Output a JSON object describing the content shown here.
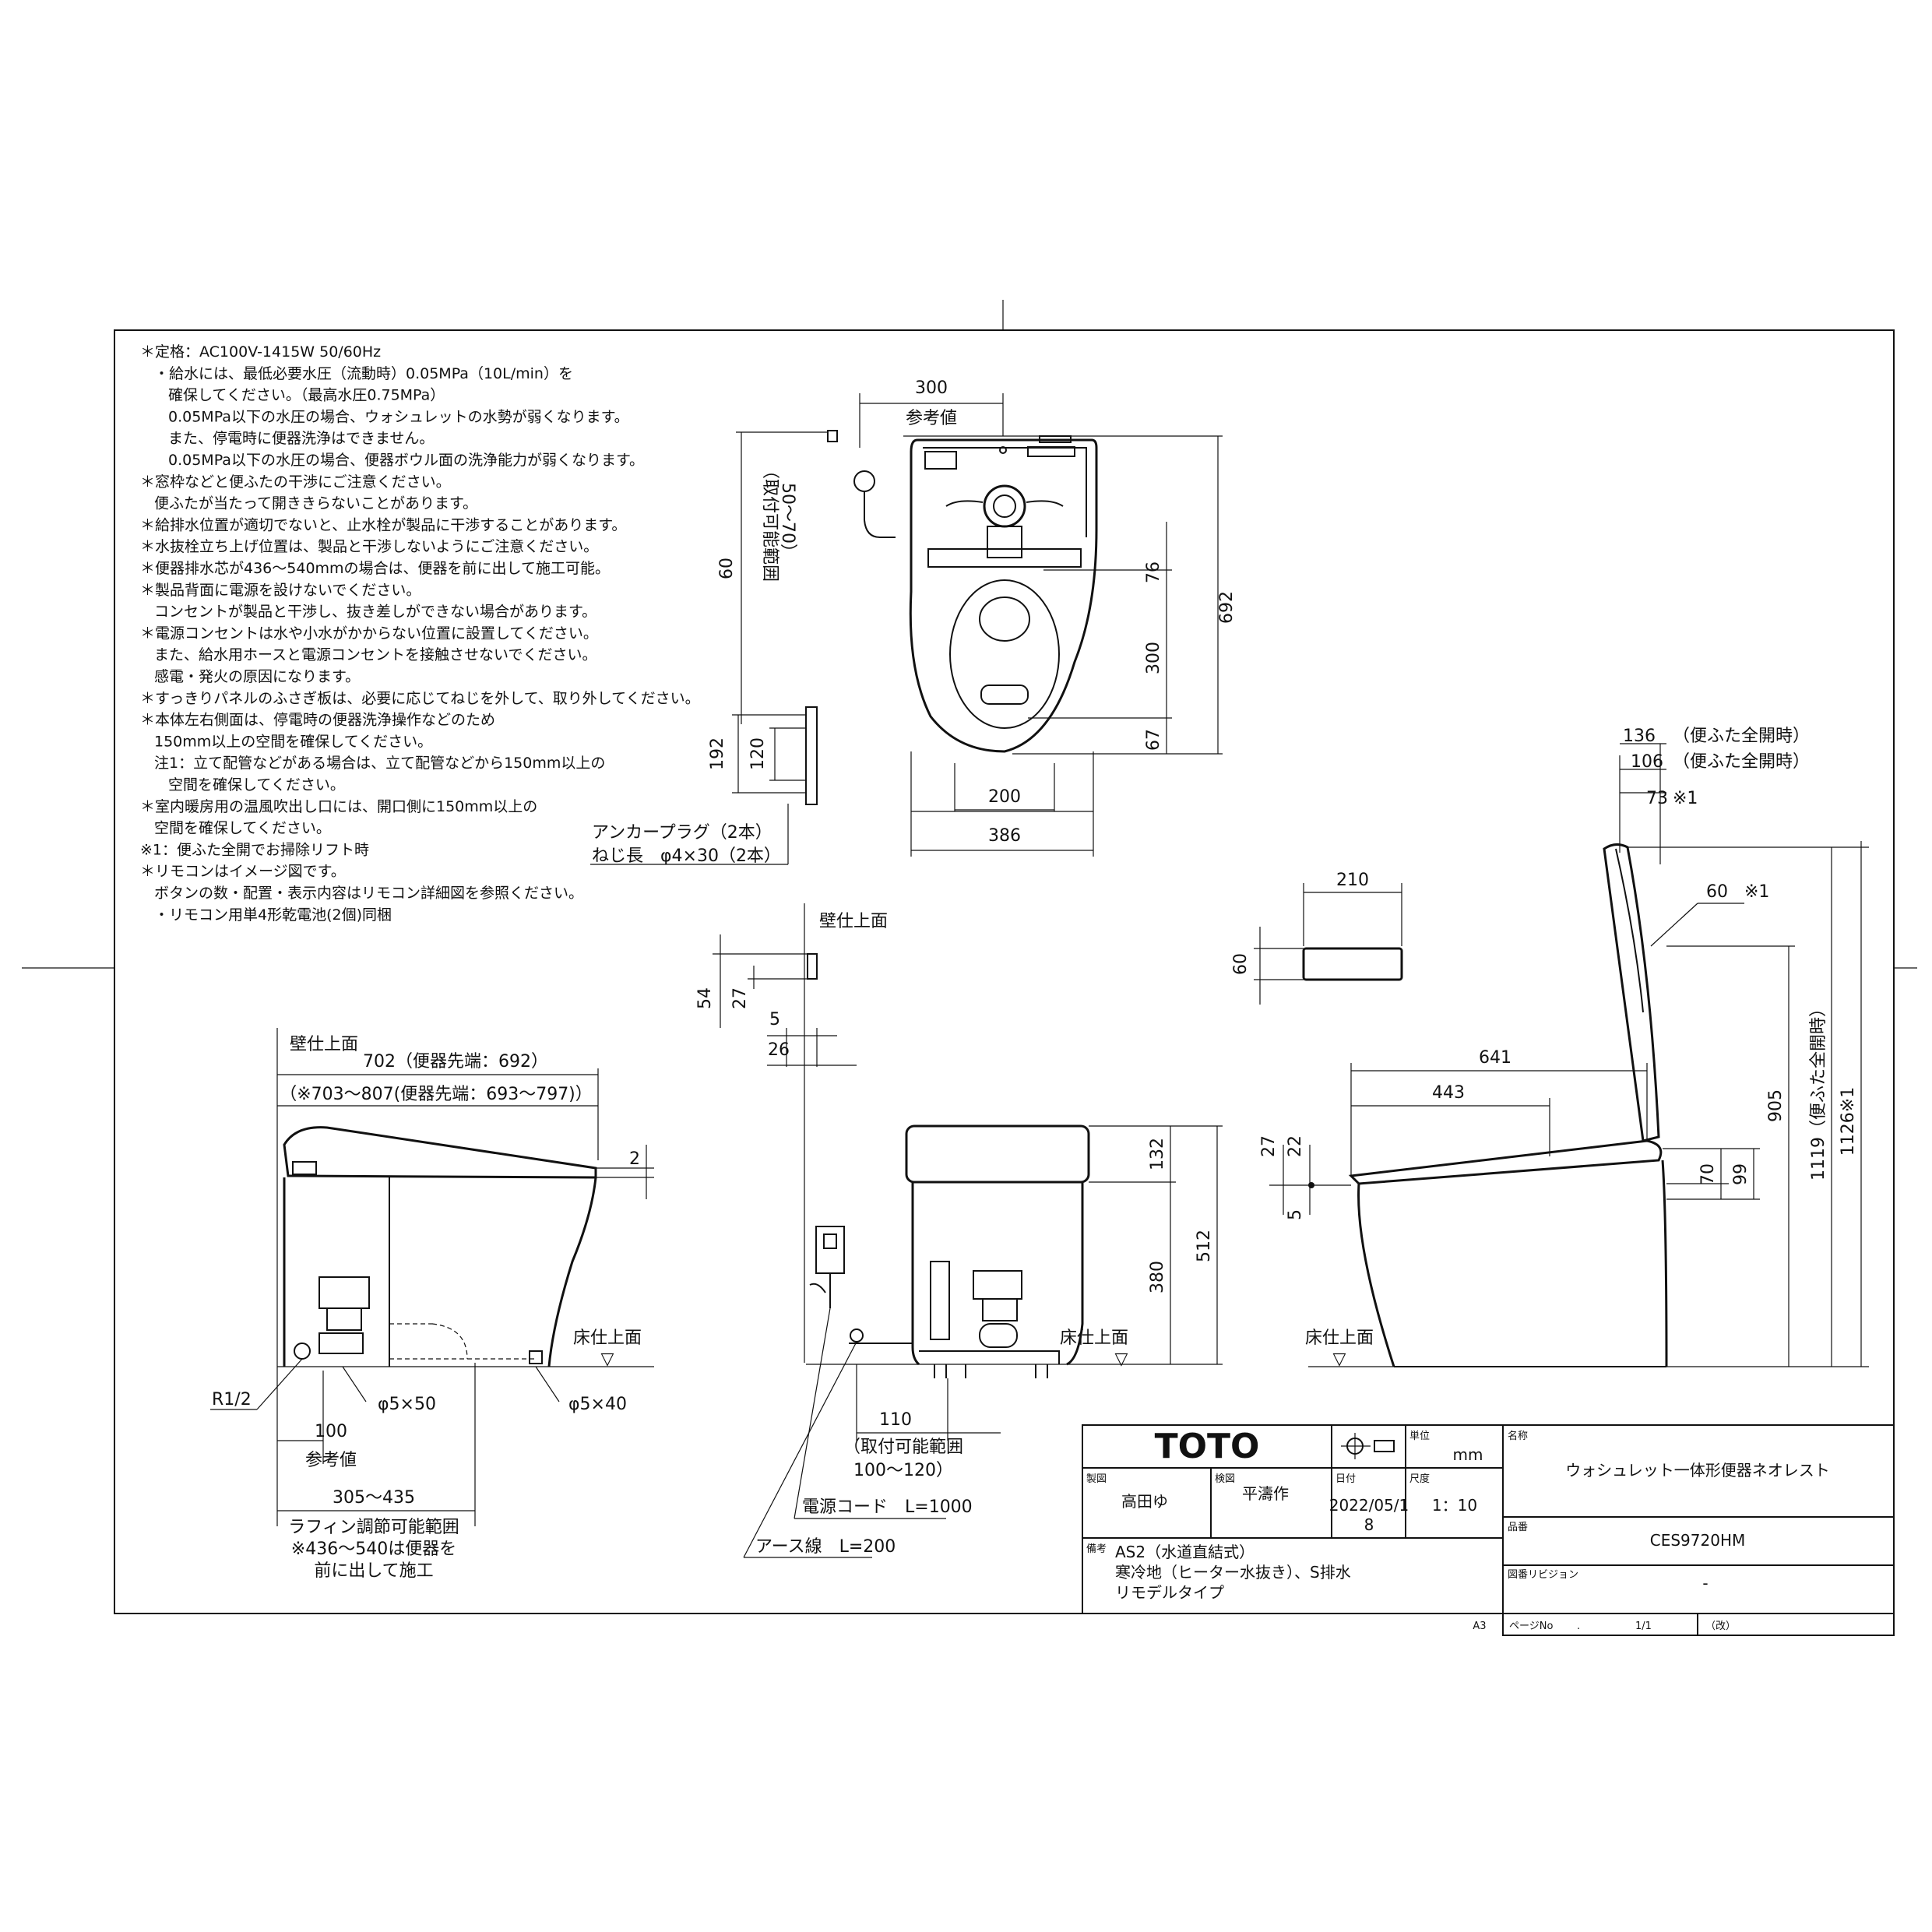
{
  "notes": [
    "＊定格：AC100V-1415W 50/60Hz",
    "・給水には、最低必要水圧（流動時）0.05MPa（10L/min）を",
    "確保してください。（最高水圧0.75MPa）",
    "0.05MPa以下の水圧の場合、ウォシュレットの水勢が弱くなります。",
    "また、停電時に便器洗浄はできません。",
    "0.05MPa以下の水圧の場合、便器ボウル面の洗浄能力が弱くなります。",
    "＊窓枠などと便ふたの干渉にご注意ください。",
    "便ふたが当たって開ききらないことがあります。",
    "＊給排水位置が適切でないと、止水栓が製品に干渉することがあります。",
    "＊水抜栓立ち上げ位置は、製品と干渉しないようにご注意ください。",
    "＊便器排水芯が436～540mmの場合は、便器を前に出して施工可能。",
    "＊製品背面に電源を設けないでください。",
    "コンセントが製品と干渉し、抜き差しができない場合があります。",
    "＊電源コンセントは水や小水がかからない位置に設置してください。",
    "また、給水用ホースと電源コンセントを接触させないでください。",
    "感電・発火の原因になります。",
    "＊すっきりパネルのふさぎ板は、必要に応じてねじを外して、取り外してください。",
    "＊本体左右側面は、停電時の便器洗浄操作などのため",
    "150mm以上の空間を確保してください。",
    "注1：立て配管などがある場合は、立て配管などから150mm以上の",
    "空間を確保してください。",
    "＊室内暖房用の温風吹出し口には、開口側に150mm以上の",
    "空間を確保してください。",
    "※1：便ふた全開でお掃除リフト時",
    "＊リモコンはイメージ図です。",
    "ボタンの数・配置・表示内容はリモコン詳細図を参照ください。",
    "・リモコン用単4形乾電池(2個)同梱"
  ],
  "dims": {
    "top_300": "300",
    "top_ref": "参考値",
    "top_60": "60",
    "top_range": "（取付可能範囲",
    "top_range2": "50～70）",
    "top_692": "692",
    "top_76": "76",
    "top_300b": "300",
    "top_67": "67",
    "top_200": "200",
    "top_386": "386",
    "top_192": "192",
    "top_120": "120",
    "anchor": "アンカープラグ（2本）",
    "screw": "ねじ長　φ4×30（2本）",
    "remote_210": "210",
    "remote_60": "60",
    "wall_label": "壁仕上面",
    "f_54": "54",
    "f_27": "27",
    "f_5": "5",
    "f_26": "26",
    "f_132": "132",
    "f_512": "512",
    "f_380": "380",
    "floor_label": "床仕上面",
    "f_110": "110",
    "f_range": "（取付可能範囲",
    "f_range2": "100～120）",
    "power_cord": "電源コード　L=1000",
    "earth": "アース線　L=200",
    "s_702": "702（便器先端：692）",
    "s_703": "（※703～807(便器先端：693～797)）",
    "s_2": "2",
    "s_r12": "R1/2",
    "s_phi50": "φ5×50",
    "s_phi40": "φ5×40",
    "s_100": "100",
    "s_ref": "参考値",
    "s_305": "305～435",
    "s_rough": "ラフィン調節可能範囲",
    "s_rough2": "※436～540は便器を",
    "s_rough3": "前に出して施工",
    "r_136": "136",
    "r_136n": "（便ふた全開時）",
    "r_106": "106",
    "r_106n": "（便ふた全開時）",
    "r_73": "73",
    "r_73n": "※1",
    "r_60": "60",
    "r_60n": "※1",
    "r_641": "641",
    "r_443": "443",
    "r_27": "27",
    "r_22": "22",
    "r_5": "5",
    "r_70": "70",
    "r_99": "99",
    "r_905": "905",
    "r_1119": "1119（便ふた全開時）",
    "r_1126": "1126※1"
  },
  "title_block": {
    "logo": "TOTO",
    "unit_label": "単位",
    "unit": "mm",
    "name_label": "名称",
    "name": "ウォシュレット一体形便器ネオレスト",
    "drawn_label": "製図",
    "drawn": "高田ゆ",
    "check_label": "検図",
    "check": "平濤作",
    "date_label": "日付",
    "date": "2022/05/1",
    "date2": "8",
    "scale_label": "尺度",
    "scale": "1：10",
    "part_label": "品番",
    "part": "CES9720HM",
    "remark_label": "備考",
    "remark1": "AS2（水道直結式）",
    "remark2": "寒冷地（ヒーター水抜き）、S排水",
    "remark3": "リモデルタイプ",
    "rev_label": "図番リビジョン",
    "rev": "-",
    "sheet_size": "A3",
    "page_label": "ページNo",
    "page_sep": ".",
    "page": "1/1",
    "page_suffix": "（改）"
  }
}
